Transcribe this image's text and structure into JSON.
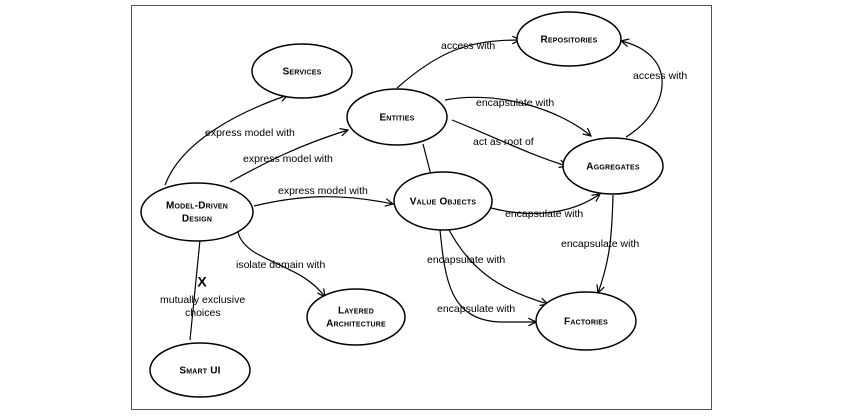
{
  "nodes": {
    "services": "Services",
    "repositories": "Repositories",
    "entities": "Entities",
    "aggregates": "Aggregates",
    "model_driven_design_line1": "Model-Driven",
    "model_driven_design_line2": "Design",
    "value_objects": "Value Objects",
    "layered_architecture_line1": "Layered",
    "layered_architecture_line2": "Architecture",
    "factories": "Factories",
    "smart_ui": "Smart UI"
  },
  "edges": {
    "mdd_to_services": "express model with",
    "mdd_to_entities": "express model with",
    "mdd_to_value_objects": "express model with",
    "mdd_to_layered": "isolate domain with",
    "entities_to_repositories": "access with",
    "entities_to_aggregates": "encapsulate with",
    "entities_root_aggregates": "act as root of",
    "aggregates_to_repositories": "access with",
    "value_objects_to_aggregates": "encapsulate with",
    "aggregates_to_factories": "encapsulate with",
    "value_objects_to_factories_1": "encapsulate with",
    "value_objects_to_factories_2": "encapsulate with",
    "mdd_smart_ui_mark": "X",
    "mdd_smart_ui_line1": "mutually exclusive",
    "mdd_smart_ui_line2": "choices"
  }
}
